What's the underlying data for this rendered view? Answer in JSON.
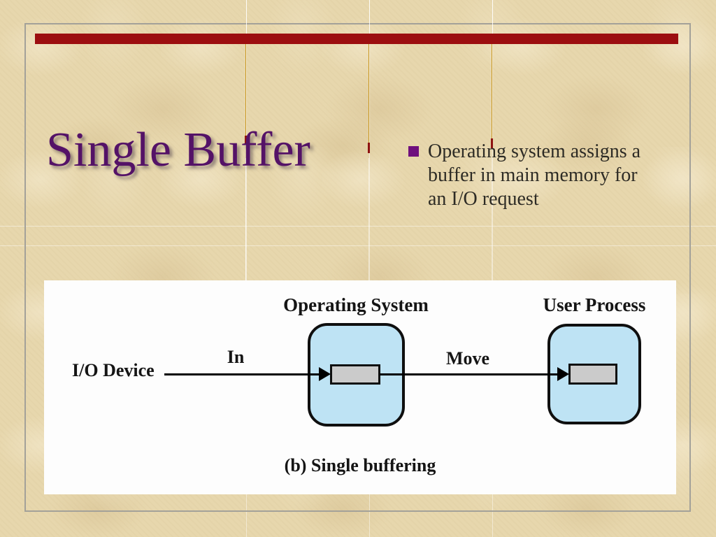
{
  "slide": {
    "title": "Single Buffer",
    "bullet": {
      "full_text": "Operating system assigns a buffer in main memory for an I/O request",
      "lines": [
        "Operating system assigns a",
        "buffer in main memory for",
        "an I/O request"
      ]
    },
    "diagram": {
      "os_box_label": "Operating System",
      "user_box_label": "User Process",
      "io_device_label": "I/O Device",
      "arrow_in_label": "In",
      "arrow_move_label": "Move",
      "caption": "(b) Single buffering"
    },
    "colors": {
      "background": "#e7d7ad",
      "top-bar": "#9c0e10",
      "frame": "#a3a199",
      "title": "#541267",
      "bullet-marker": "#6f0f7d",
      "body-text": "#2d2b25",
      "gold-accent": "#c8951c",
      "accent-tip": "#8e1312",
      "panel": "#fdfdfd",
      "process-box-fill": "#bee3f4",
      "process-box-border": "#0f0f0f",
      "buffer-fill": "#cbcbcb"
    }
  }
}
